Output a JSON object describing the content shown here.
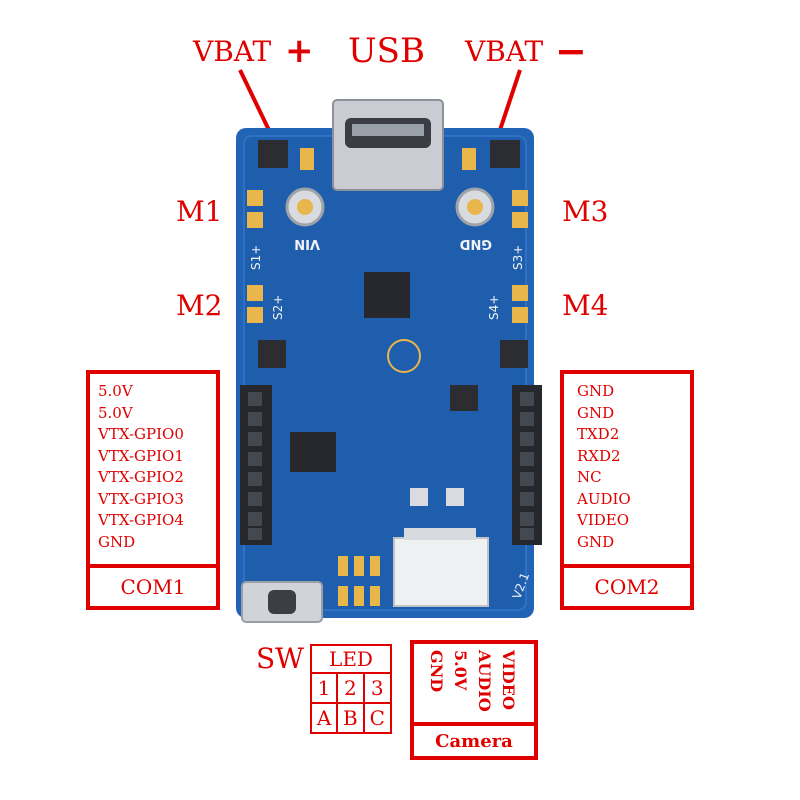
{
  "top_labels": {
    "vbat_plus": "VBAT",
    "plus_sign": "+",
    "usb": "USB",
    "vbat_minus": "VBAT",
    "minus_sign": "−"
  },
  "motors": {
    "m1": "M1",
    "m2": "M2",
    "m3": "M3",
    "m4": "M4"
  },
  "board_silk": {
    "vin": "VIN",
    "gnd": "GND",
    "s1": "S1+",
    "s2": "S2+",
    "s3": "S3+",
    "s4": "S4+",
    "version": "V2.1"
  },
  "com1": {
    "pins": [
      "5.0V",
      "5.0V",
      "VTX-GPIO0",
      "VTX-GPIO1",
      "VTX-GPIO2",
      "VTX-GPIO3",
      "VTX-GPIO4",
      "GND"
    ],
    "label": "COM1"
  },
  "com2": {
    "pins": [
      "GND",
      "GND",
      "TXD2",
      "RXD2",
      "NC",
      "AUDIO",
      "VIDEO",
      "GND"
    ],
    "label": "COM2"
  },
  "sw": "SW",
  "led": {
    "title": "LED",
    "numbers": [
      "1",
      "2",
      "3"
    ],
    "letters": [
      "A",
      "B",
      "C"
    ]
  },
  "camera": {
    "pins": [
      "VIDEO",
      "AUDIO",
      "5.0V",
      "GND"
    ],
    "label": "Camera"
  },
  "colors": {
    "annotation": "#e00000",
    "pcb": "#1f5fb0",
    "pcb_dark": "#174a8c",
    "pad_gold": "#e8b64a"
  }
}
